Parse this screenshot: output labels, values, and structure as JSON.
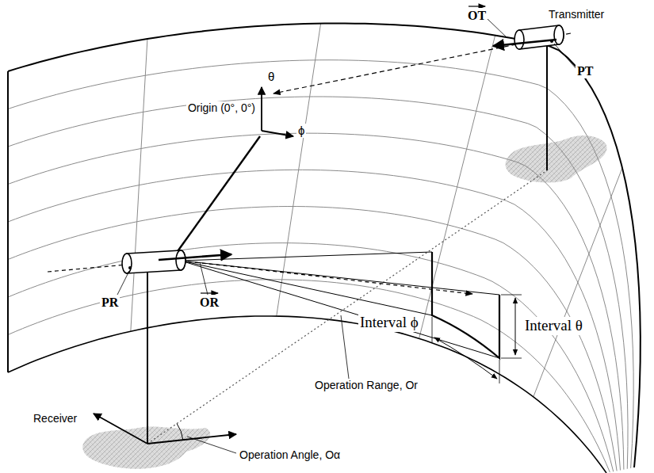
{
  "diagram": {
    "labels": [
      "Transmitter",
      "OT",
      "PT",
      "θ",
      "Origin (0°, 0°)",
      "ϕ",
      "Interval θ",
      "Interval ϕ",
      "Receiver",
      "PR",
      "OR",
      "Operation Range, Or",
      "Operation Angle, Oα"
    ]
  }
}
